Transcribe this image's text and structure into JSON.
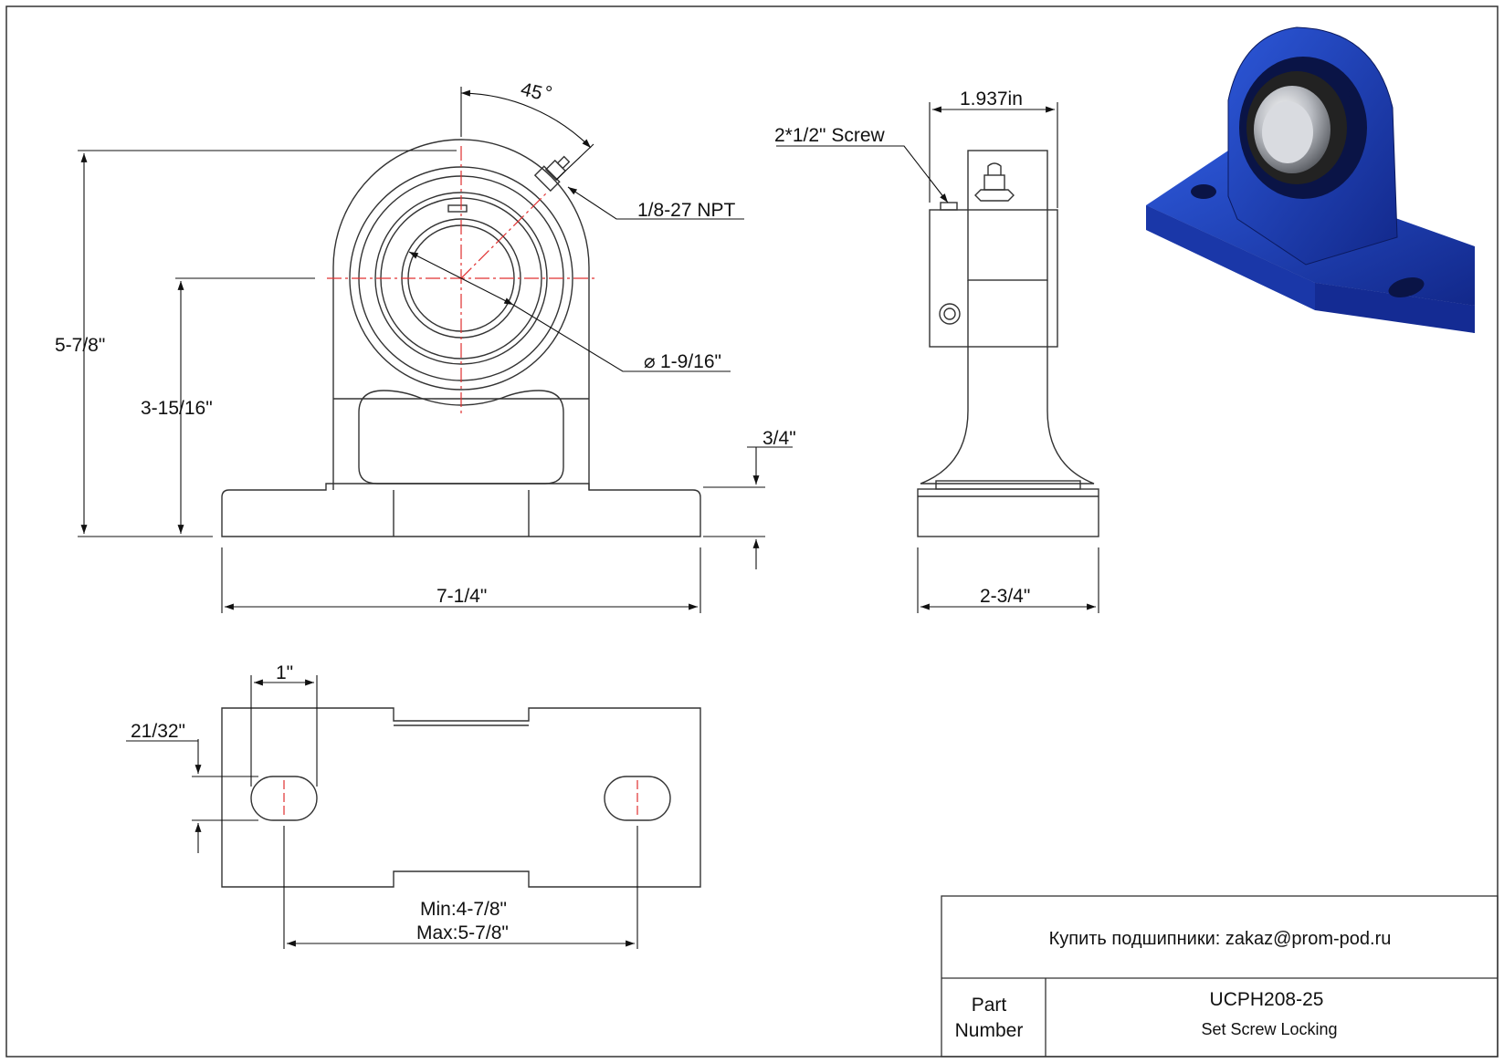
{
  "dimensions": {
    "angle": "45",
    "angle_unit": "°",
    "grease_fitting": "1/8-27 NPT",
    "overall_height": "5-7/8\"",
    "center_height": "3-15/16\"",
    "bore": "1-9/16\"",
    "base_thickness": "3/4\"",
    "overall_length": "7-1/4\"",
    "side_top_width": "1.937in",
    "screw": "2*1/2\" Screw",
    "base_width": "2-3/4\"",
    "slot_length": "1\"",
    "slot_width": "21/32\"",
    "bolt_spacing_min": "Min:4-7/8\"",
    "bolt_spacing_max": "Max:5-7/8\""
  },
  "title_block": {
    "buy_text": "Купить подшипники: zakaz@prom-pod.ru",
    "part_label_line1": "Part",
    "part_label_line2": "Number",
    "part_number": "UCPH208-25",
    "description": "Set Screw Locking"
  },
  "colors": {
    "housing_blue": "#1f3fb8",
    "center_line": "#e03030",
    "line": "#222222"
  }
}
